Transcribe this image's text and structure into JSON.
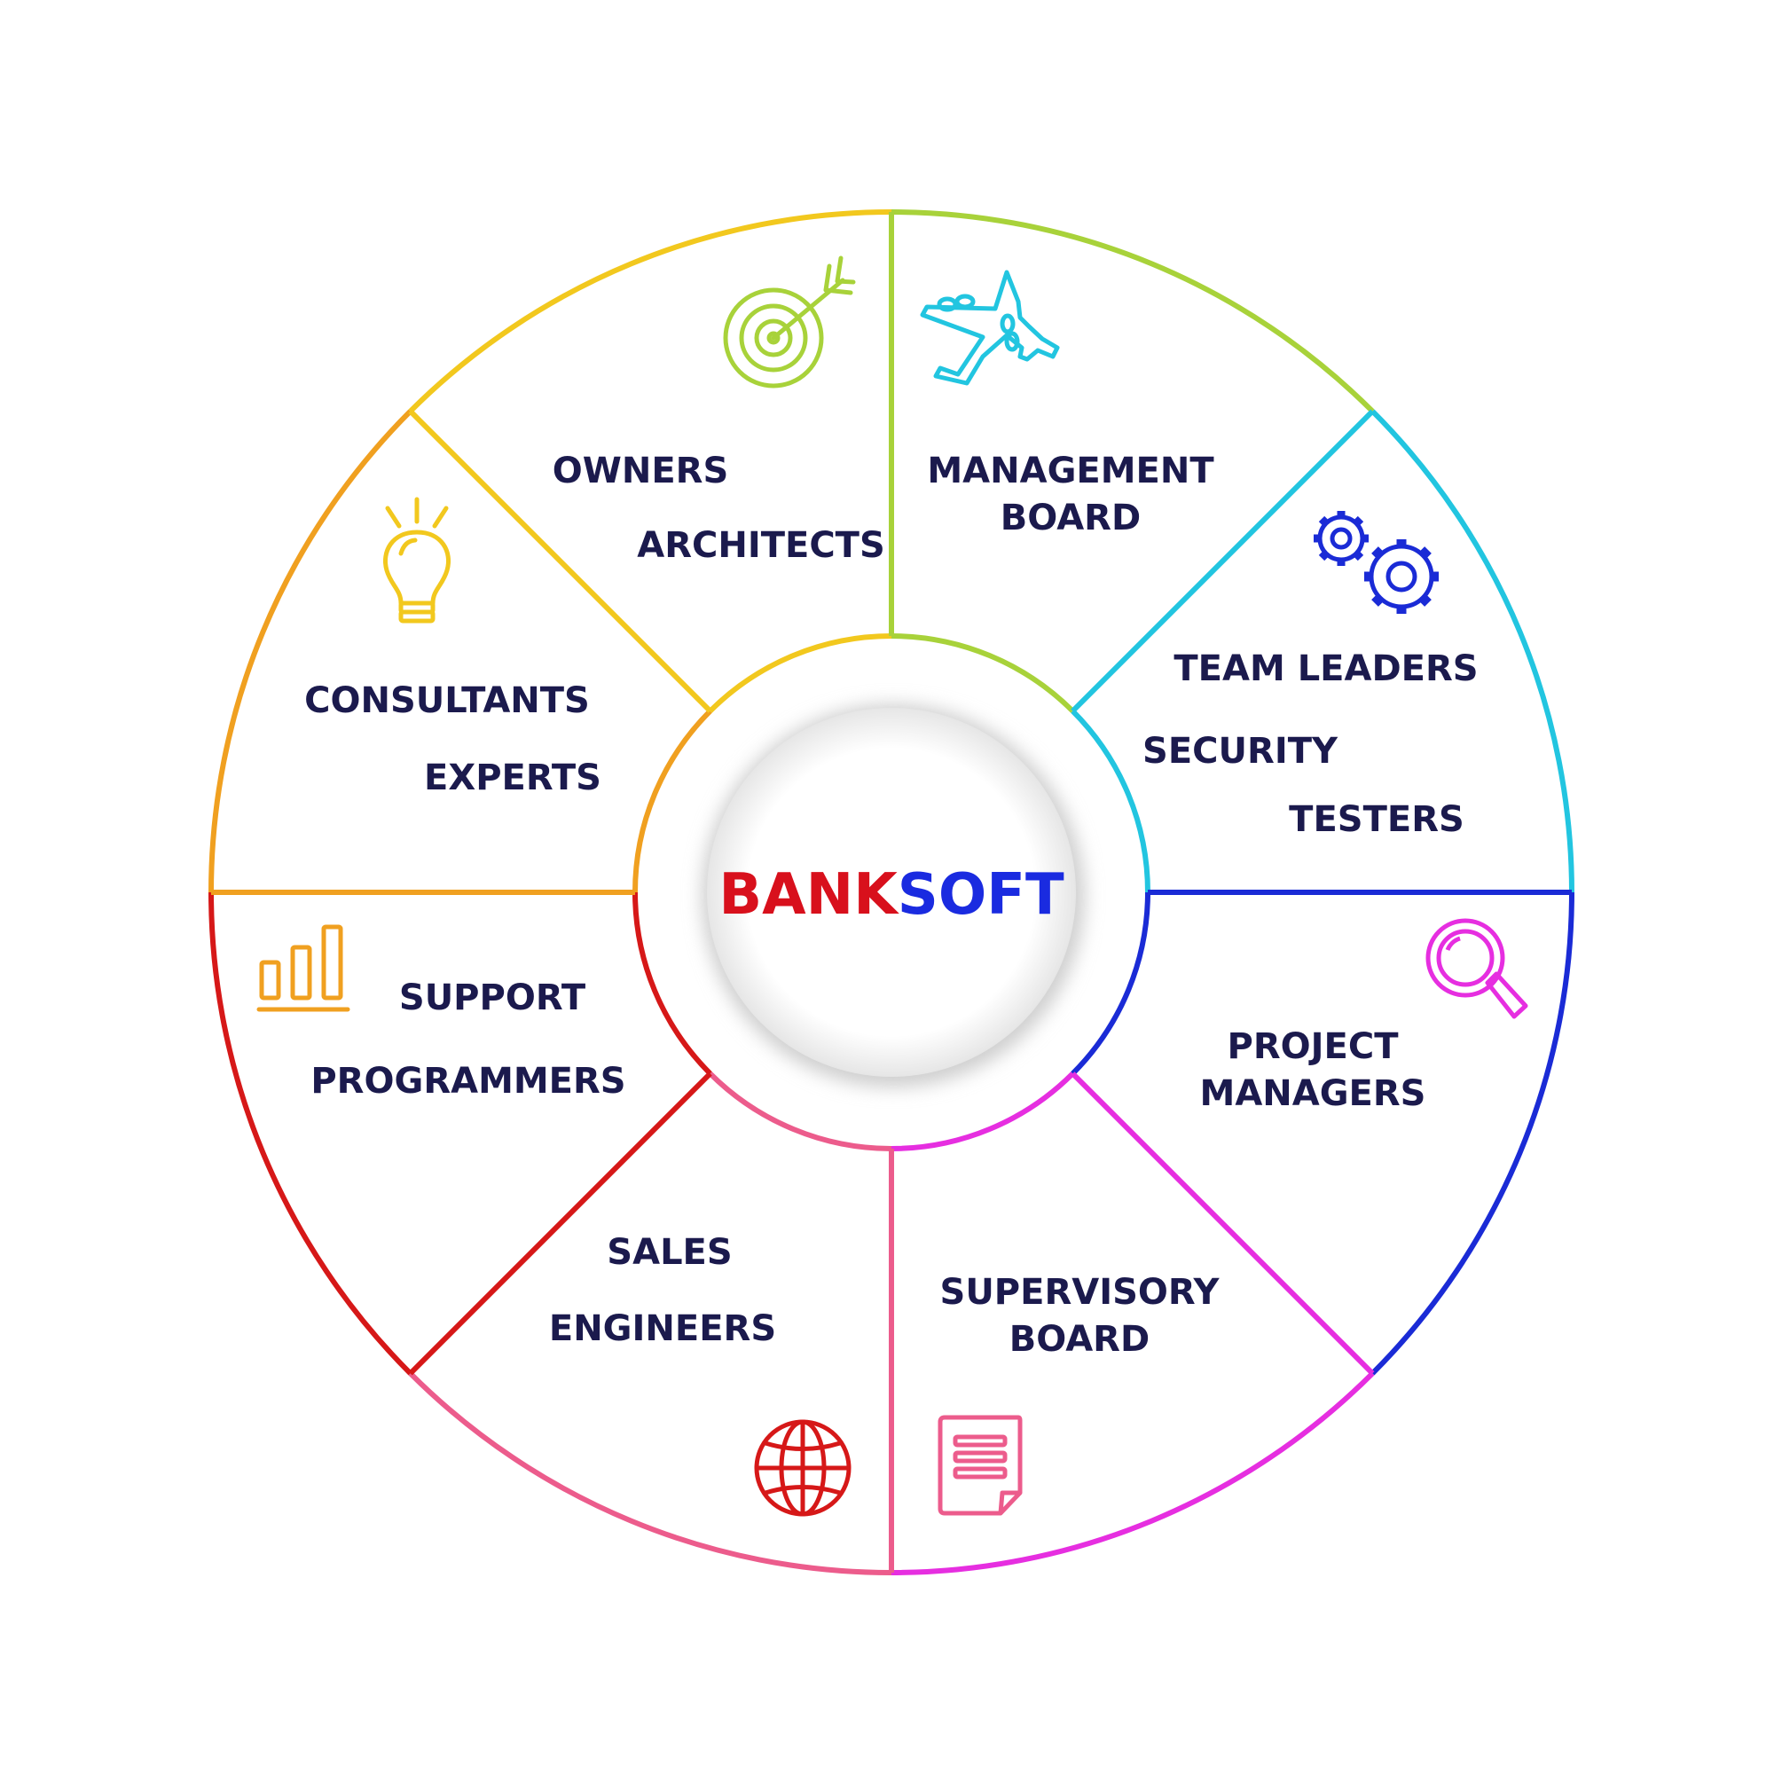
{
  "center": {
    "part1": "BANK",
    "part2": "SOFT",
    "part1_color": "#d8101c",
    "part2_color": "#1a2be0"
  },
  "segments": [
    {
      "key": "owners",
      "color": "#a8d23a",
      "icon": "target-arrow-icon",
      "lines": [
        "OWNERS",
        "ARCHITECTS"
      ]
    },
    {
      "key": "management",
      "color": "#22c5e0",
      "icon": "airplane-icon",
      "lines": [
        "MANAGEMENT",
        "BOARD"
      ]
    },
    {
      "key": "team",
      "color": "#1a2bd6",
      "icon": "gears-icon",
      "lines": [
        "TEAM LEADERS",
        "SECURITY",
        "TESTERS"
      ]
    },
    {
      "key": "project",
      "color": "#e62ee0",
      "icon": "magnifier-icon",
      "lines": [
        "PROJECT",
        "MANAGERS"
      ]
    },
    {
      "key": "supervisory",
      "color": "#ec5c8c",
      "icon": "document-icon",
      "lines": [
        "SUPERVISORY",
        "BOARD"
      ]
    },
    {
      "key": "sales",
      "color": "#d61818",
      "icon": "globe-icon",
      "lines": [
        "SALES",
        "ENGINEERS"
      ]
    },
    {
      "key": "support",
      "color": "#f0a020",
      "icon": "bar-chart-icon",
      "lines": [
        "SUPPORT",
        "PROGRAMMERS"
      ]
    },
    {
      "key": "consultants",
      "color": "#f2c81e",
      "icon": "lightbulb-icon",
      "lines": [
        "CONSULTANTS",
        "EXPERTS"
      ]
    }
  ]
}
